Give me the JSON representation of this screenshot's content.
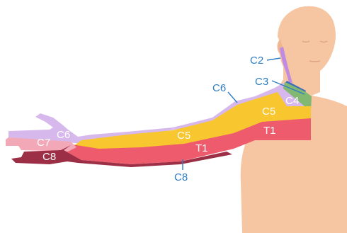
{
  "labels": {
    "c2": "C2",
    "c3": "C3",
    "c4": "C4",
    "c5_shoulder": "C5",
    "c5_arm": "C5",
    "c6_top": "C6",
    "c6_hand": "C6",
    "c7": "C7",
    "c8_hand": "C8",
    "c8_bottom": "C8",
    "t1_shoulder": "T1",
    "t1_arm": "T1"
  },
  "colors": {
    "skin": "#f6c5a2",
    "c2": "#c08be2",
    "c3": "#3d6fb8",
    "c4": "#83b872",
    "c5": "#f8c62e",
    "c6": "#d7b8ec",
    "c7": "#f2a8b6",
    "c8": "#9c2f46",
    "t1": "#ee5b6d",
    "label_blue": "#2f7ec2"
  }
}
